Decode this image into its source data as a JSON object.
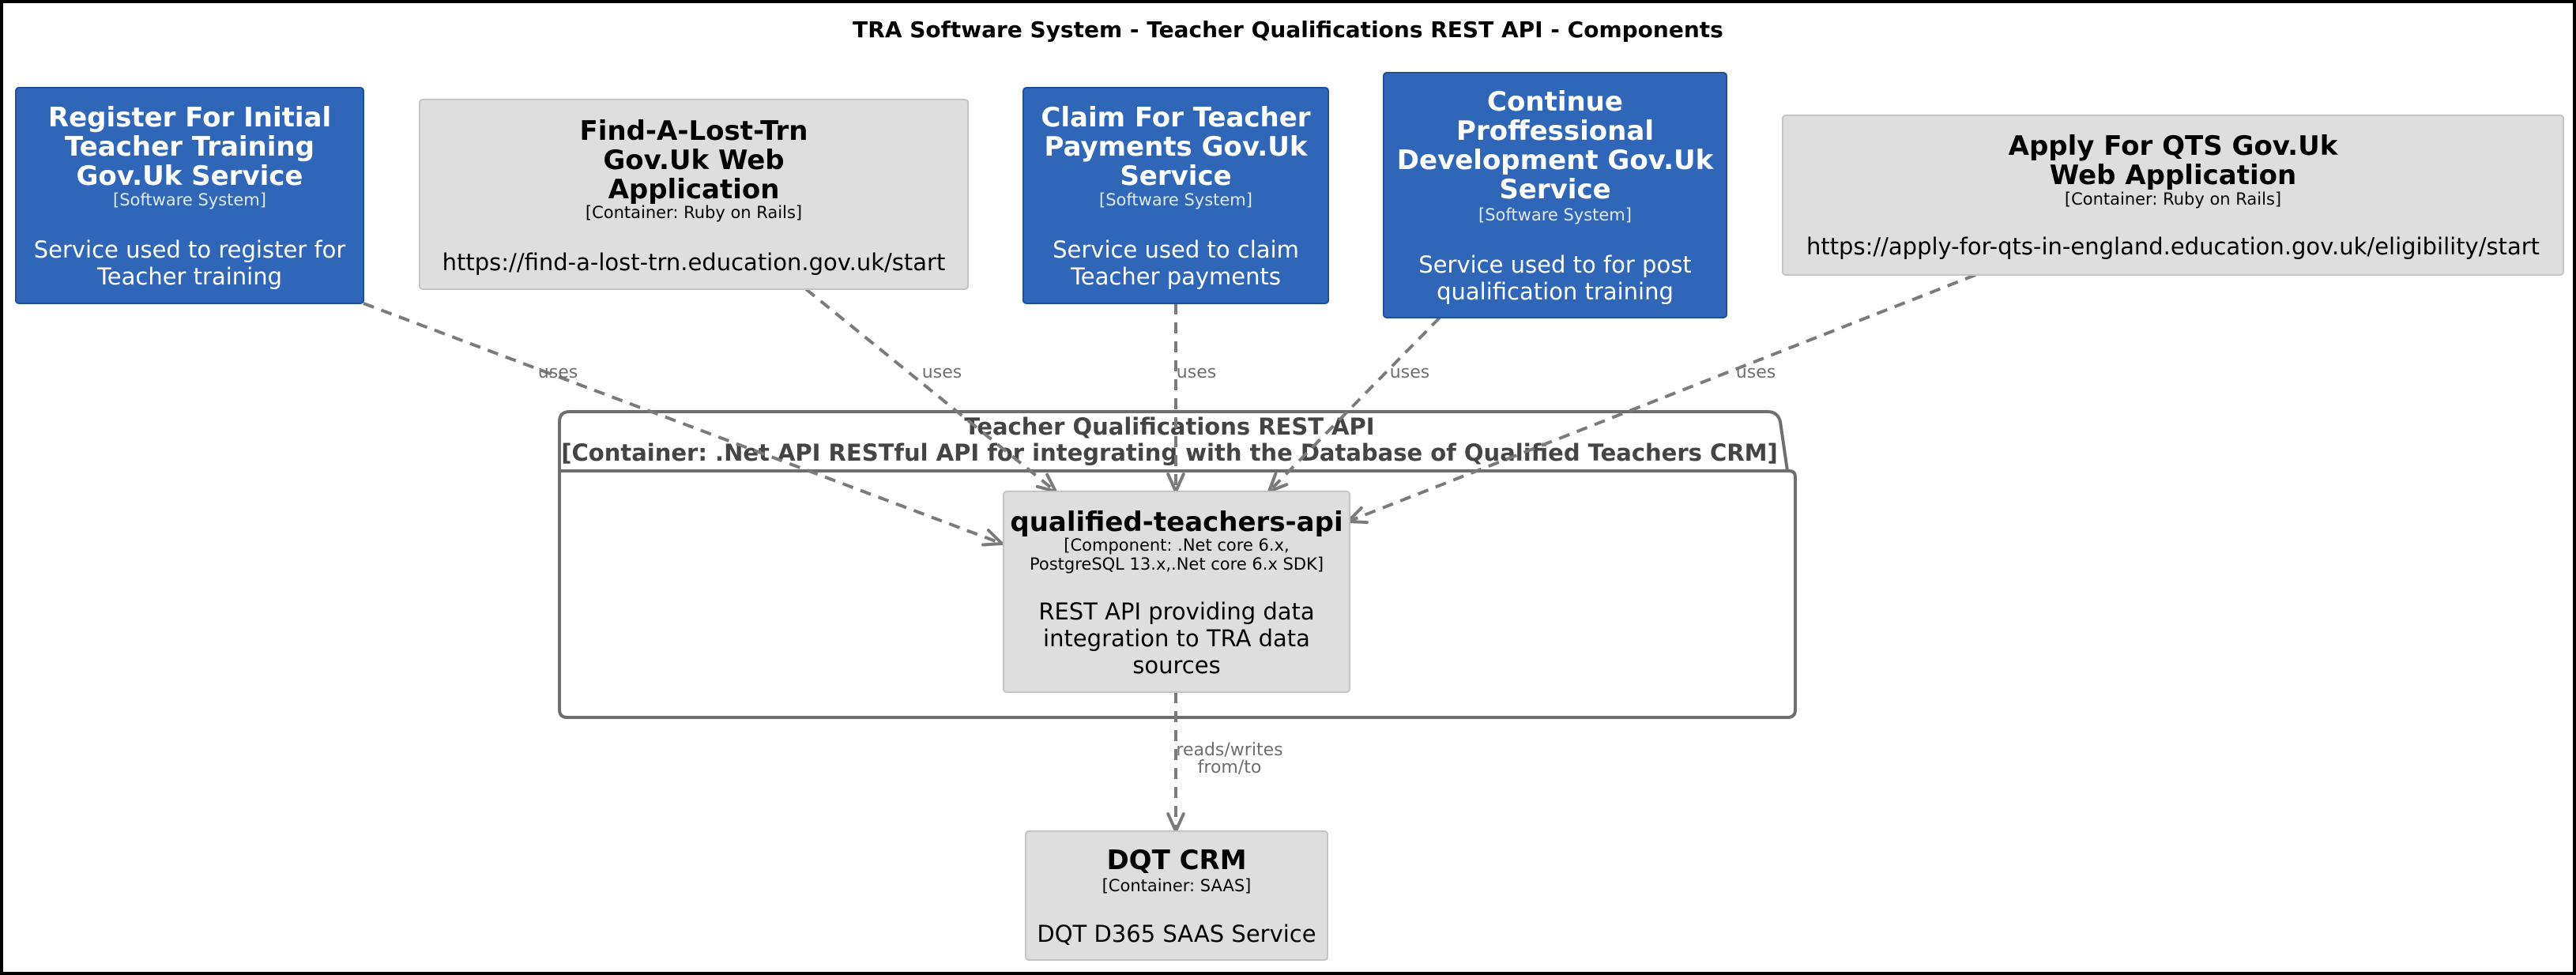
{
  "diagram": {
    "title": "TRA Software System - Teacher Qualifications REST API - Components",
    "elements": {
      "register": {
        "name": [
          "Register For Initial",
          "Teacher Training",
          "Gov.Uk Service"
        ],
        "type": "[Software System]",
        "description": [
          "Service used to register for",
          "Teacher training"
        ],
        "kind": "software-system"
      },
      "find_trn": {
        "name": [
          "Find-A-Lost-Trn",
          "Gov.Uk Web",
          "Application"
        ],
        "type": "[Container: Ruby on Rails]",
        "description": [
          "https://find-a-lost-trn.education.gov.uk/start"
        ],
        "kind": "container"
      },
      "claim": {
        "name": [
          "Claim For Teacher",
          "Payments Gov.Uk",
          "Service"
        ],
        "type": "[Software System]",
        "description": [
          "Service used to claim",
          "Teacher payments"
        ],
        "kind": "software-system"
      },
      "cpd": {
        "name": [
          "Continue",
          "Proffessional",
          "Development Gov.Uk",
          "Service"
        ],
        "type": "[Software System]",
        "description": [
          "Service used to for post",
          "qualification training"
        ],
        "kind": "software-system"
      },
      "apply_qts": {
        "name": [
          "Apply For QTS Gov.Uk",
          "Web Application"
        ],
        "type": "[Container: Ruby on Rails]",
        "description": [
          "https://apply-for-qts-in-england.education.gov.uk/eligibility/start"
        ],
        "kind": "container"
      },
      "api": {
        "name": [
          "qualified-teachers-api"
        ],
        "type": [
          "[Component: .Net core 6.x,",
          "PostgreSQL 13.x,.Net core 6.x SDK]"
        ],
        "description": [
          "REST API providing data",
          "integration to TRA data",
          "sources"
        ],
        "kind": "component"
      },
      "crm": {
        "name": [
          "DQT CRM"
        ],
        "type": "[Container: SAAS]",
        "description": [
          "DQT D365 SAAS Service"
        ],
        "kind": "container"
      }
    },
    "boundary": {
      "title": "Teacher Qualifications REST API",
      "subtitle": "[Container: .Net API RESTful API for integrating with the Database of Qualified Teachers CRM]"
    },
    "relations": [
      {
        "from": "register",
        "to": "api",
        "label": [
          "uses"
        ]
      },
      {
        "from": "find_trn",
        "to": "api",
        "label": [
          "uses"
        ]
      },
      {
        "from": "claim",
        "to": "api",
        "label": [
          "uses"
        ]
      },
      {
        "from": "cpd",
        "to": "api",
        "label": [
          "uses"
        ]
      },
      {
        "from": "apply_qts",
        "to": "api",
        "label": [
          "uses"
        ]
      },
      {
        "from": "api",
        "to": "crm",
        "label": [
          "reads/writes",
          "from/to"
        ]
      }
    ],
    "colors": {
      "software_system_fill": "#2f66b8",
      "container_fill": "#dedede",
      "relation_line": "#7a7a7a",
      "boundary_line": "#6e6e6e"
    }
  }
}
